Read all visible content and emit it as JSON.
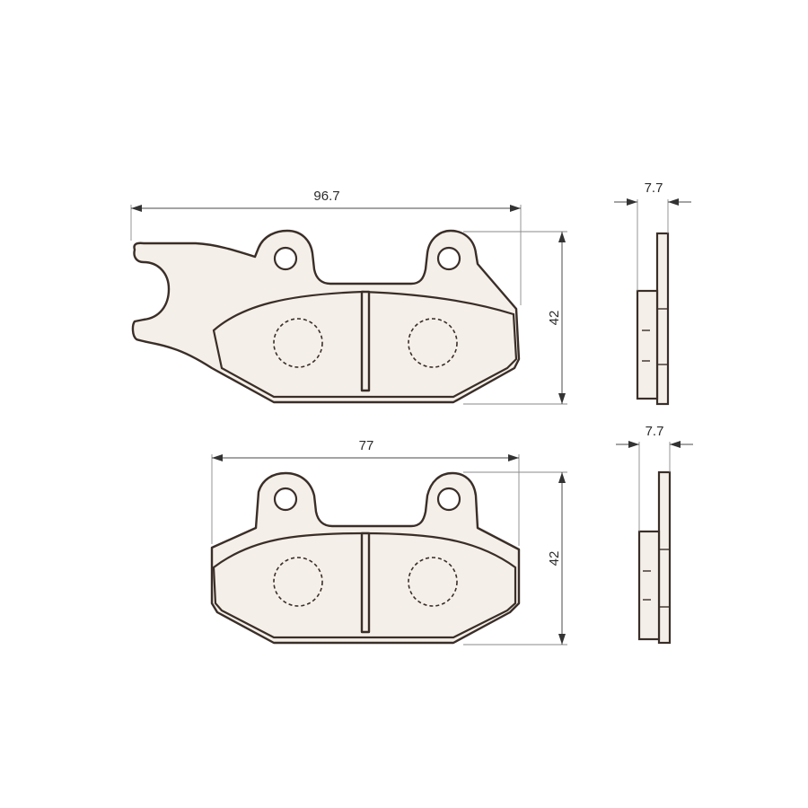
{
  "views": {
    "top": {
      "width_label": "96.7",
      "height_label": "42",
      "thickness_label": "7.7"
    },
    "bottom": {
      "width_label": "77",
      "height_label": "42",
      "thickness_label": "7.7"
    }
  },
  "colors": {
    "pad_fill": "#f5efe9",
    "outline": "#3a2e28"
  }
}
